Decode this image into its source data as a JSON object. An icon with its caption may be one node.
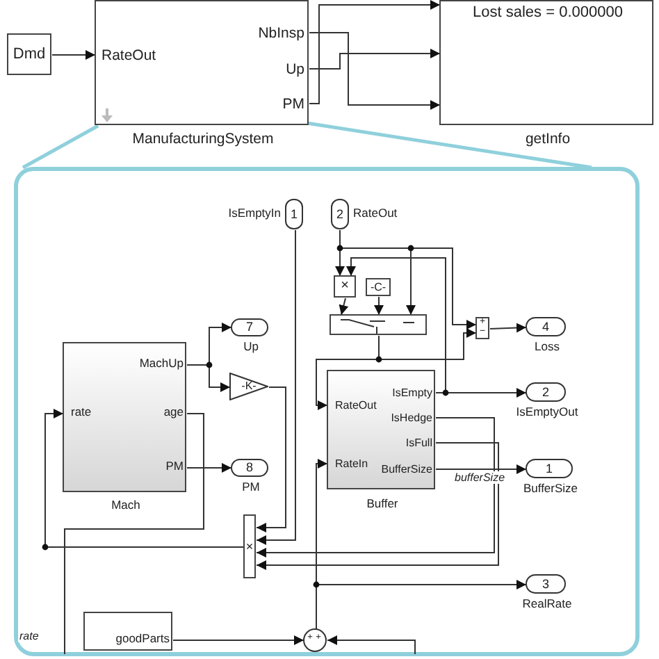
{
  "diagram": {
    "nodes": [
      {
        "text": [
          "RateOut",
          "NbInsp",
          "Up",
          "PM"
        ],
        "beside": [
          "ManufacturingSystem"
        ]
      },
      {
        "text": [
          "Dmd"
        ]
      },
      {
        "text": [
          "Lost sales = 0.000000"
        ],
        "beside": [
          "getInfo"
        ]
      },
      {
        "text": [],
        "shape": "box"
      },
      {
        "text": [
          "1"
        ],
        "beside": [
          "IsEmptyIn"
        ],
        "in": 3
      },
      {
        "text": [
          "2"
        ],
        "beside": [
          "RateOut"
        ],
        "in": 3
      },
      {
        "text": [
          "×"
        ],
        "in": 3
      },
      {
        "text": [
          "-C-"
        ],
        "in": 3
      },
      {
        "text": [],
        "shape": "box",
        "in": 3
      },
      {
        "text": [
          "+",
          "−"
        ],
        "in": 3
      },
      {
        "text": [
          "4"
        ],
        "beside": [
          "Loss"
        ],
        "in": 3
      },
      {
        "text": [
          "MachUp",
          "rate",
          "age",
          "PM"
        ],
        "beside": [
          "Mach"
        ],
        "in": 3
      },
      {
        "text": [
          "7"
        ],
        "beside": [
          "Up"
        ],
        "in": 3
      },
      {
        "text": [
          "-K-"
        ],
        "in": 3
      },
      {
        "text": [
          "IsEmpty",
          "RateOut",
          "IsHedge",
          "IsFull",
          "RateIn",
          "BufferSize"
        ],
        "beside": [
          "Buffer"
        ],
        "in": 3
      },
      {
        "text": [
          "2"
        ],
        "beside": [
          "IsEmptyOut"
        ],
        "in": 3
      },
      {
        "text": [
          "1"
        ],
        "beside": [
          "BufferSize"
        ],
        "in": 3
      },
      {
        "text": [
          "×"
        ],
        "in": 3
      },
      {
        "text": [
          "3"
        ],
        "beside": [
          "RealRate"
        ],
        "in": 3
      },
      {
        "text": [
          "goodParts"
        ],
        "in": 3
      },
      {
        "text": [
          "+",
          "+"
        ],
        "in": 3
      },
      {
        "text": [
          "8"
        ],
        "beside": [
          "PM"
        ],
        "in": 3
      }
    ],
    "edges": [
      {
        "from": 1,
        "to": 0,
        "arrow": "to"
      },
      {
        "from": 0,
        "to": 2,
        "arrow": "to"
      },
      {
        "from": 0,
        "to": 2,
        "arrow": "to"
      },
      {
        "from": 0,
        "to": 2,
        "arrow": "to"
      },
      {
        "from": 0,
        "to": 3,
        "arrow": "none",
        "style": "thick",
        "color": "#8fd0dc"
      },
      {
        "from": 0,
        "to": 3,
        "arrow": "none",
        "style": "thick",
        "color": "#8fd0dc"
      },
      {
        "from": 5,
        "to": 6,
        "arrow": "to"
      },
      {
        "from": 5,
        "to": 9,
        "arrow": "to"
      },
      {
        "from": 5,
        "to": 8,
        "arrow": "to"
      },
      {
        "from": 14,
        "to": 6,
        "arrow": "to"
      },
      {
        "from": 14,
        "to": 15,
        "arrow": "to"
      },
      {
        "from": 6,
        "to": 8,
        "arrow": "to"
      },
      {
        "from": 7,
        "to": 8,
        "arrow": "to"
      },
      {
        "from": 8,
        "to": 14,
        "arrow": "to"
      },
      {
        "from": 8,
        "to": 9,
        "arrow": "to"
      },
      {
        "from": 9,
        "to": 10,
        "arrow": "to"
      },
      {
        "from": 11,
        "to": 12,
        "arrow": "to"
      },
      {
        "from": 11,
        "to": 13,
        "arrow": "to"
      },
      {
        "from": 11,
        "to": 21,
        "arrow": "to"
      },
      {
        "from": 13,
        "to": 17,
        "arrow": "to"
      },
      {
        "from": 4,
        "to": 17,
        "arrow": "to"
      },
      {
        "from": 14,
        "to": 17,
        "arrow": "to"
      },
      {
        "from": 14,
        "to": 17,
        "arrow": "to"
      },
      {
        "from": 14,
        "to": 16,
        "arrow": "to",
        "label": "bufferSize"
      },
      {
        "from": 17,
        "to": 11,
        "arrow": "to"
      },
      {
        "from": 11,
        "to": null,
        "arrow": "none"
      },
      {
        "from": 19,
        "to": 20,
        "arrow": "to"
      },
      {
        "from": 20,
        "to": 14,
        "arrow": "to"
      },
      {
        "from": 20,
        "to": 18,
        "arrow": "to"
      },
      {
        "from": null,
        "to": 20,
        "arrow": "to"
      }
    ],
    "labels": [
      "rate"
    ]
  }
}
